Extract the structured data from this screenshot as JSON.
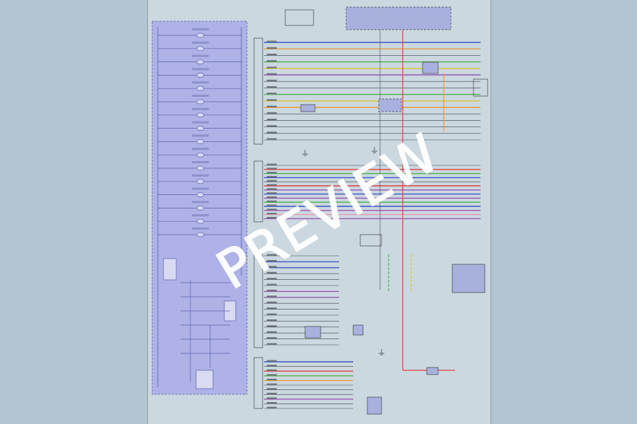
{
  "watermark": "PREVIEW",
  "colors": {
    "sheet_bg": "#ccd8e0",
    "panel_fill": "#aeb2e6",
    "panel_border": "#5c5fae",
    "wire_green": "#49b34a",
    "wire_blue": "#3a58c4",
    "wire_red": "#e0413c",
    "wire_orange": "#e99b3e",
    "wire_yellow": "#d8c635",
    "wire_purple": "#9a56b4",
    "wire_black": "#3d4146",
    "wire_pink": "#e29ab4"
  },
  "fuse_count": 16,
  "wire_groups": [
    {
      "name": "top-connector",
      "colors": [
        "blue",
        "orange",
        "black",
        "green",
        "yellow",
        "purple",
        "black",
        "black",
        "green",
        "yellow",
        "orange",
        "black",
        "black",
        "black",
        "black",
        "black"
      ]
    },
    {
      "name": "middle-connector",
      "colors": [
        "black",
        "red",
        "green",
        "blue",
        "black",
        "red",
        "purple",
        "blue",
        "purple",
        "green",
        "blue",
        "purple",
        "pink",
        "purple"
      ]
    },
    {
      "name": "lower-connector",
      "colors": [
        "black",
        "blue",
        "blue",
        "black",
        "black",
        "black",
        "purple",
        "purple",
        "black",
        "black",
        "black",
        "black",
        "black",
        "black",
        "black",
        "black"
      ]
    },
    {
      "name": "bottom-connector",
      "colors": [
        "blue",
        "black",
        "red",
        "green",
        "orange",
        "black",
        "black",
        "black",
        "purple",
        "black",
        "black"
      ]
    }
  ]
}
